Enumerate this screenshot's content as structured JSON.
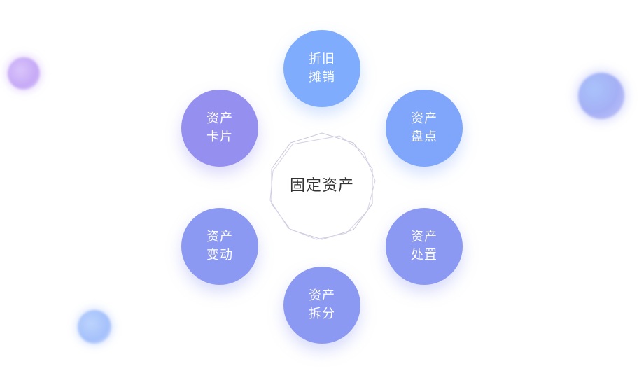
{
  "center": {
    "label": "固定资产"
  },
  "nodes": [
    {
      "id": "top",
      "line1": "折旧",
      "line2": "摊销"
    },
    {
      "id": "tr",
      "line1": "资产",
      "line2": "盘点"
    },
    {
      "id": "br",
      "line1": "资产",
      "line2": "处置"
    },
    {
      "id": "bottom",
      "line1": "资产",
      "line2": "拆分"
    },
    {
      "id": "bl",
      "line1": "资产",
      "line2": "变动"
    },
    {
      "id": "tl",
      "line1": "资产",
      "line2": "卡片"
    }
  ],
  "colors": {
    "blue": "#7facfc",
    "blue_alt": "#80a6fb",
    "purple": "#958ff0",
    "mid": "#8c99f2",
    "center_text": "#333333",
    "outline": "#c8c8d8"
  }
}
